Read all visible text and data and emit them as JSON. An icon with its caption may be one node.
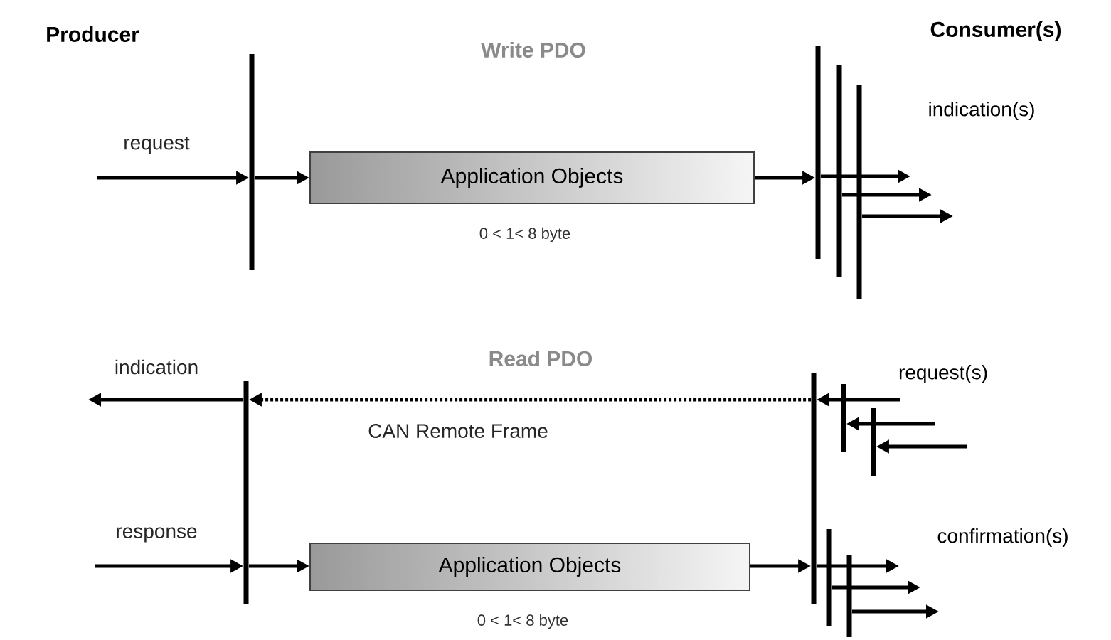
{
  "diagram": {
    "nodes": [
      {
        "text": [],
        "shape": "bar"
      },
      {
        "text": [
          "Application Objects"
        ],
        "beside": [
          "0 < 1< 8 byte"
        ]
      },
      {
        "text": [],
        "shape": "bar"
      },
      {
        "text": [],
        "shape": "bar"
      },
      {
        "text": [],
        "shape": "bar"
      },
      {
        "text": [],
        "shape": "bar"
      },
      {
        "text": [],
        "shape": "bar"
      },
      {
        "text": [],
        "shape": "bar"
      },
      {
        "text": [],
        "shape": "bar"
      },
      {
        "text": [
          "Application Objects"
        ],
        "beside": [
          "0 < 1< 8 byte"
        ]
      },
      {
        "text": [],
        "shape": "bar"
      },
      {
        "text": [],
        "shape": "bar"
      }
    ],
    "edges": [
      {
        "from": null,
        "to": 0,
        "arrow": "to",
        "label": "request"
      },
      {
        "from": 0,
        "to": 1,
        "arrow": "to"
      },
      {
        "from": 1,
        "to": 2,
        "arrow": "to"
      },
      {
        "from": 2,
        "to": null,
        "arrow": "to"
      },
      {
        "from": 3,
        "to": null,
        "arrow": "to"
      },
      {
        "from": 4,
        "to": null,
        "arrow": "to"
      },
      {
        "from": 6,
        "to": 5,
        "arrow": "to",
        "style": "dashed",
        "label": "CAN Remote Frame"
      },
      {
        "from": 5,
        "to": null,
        "arrow": "to",
        "label": "indication"
      },
      {
        "from": null,
        "to": 6,
        "arrow": "to"
      },
      {
        "from": null,
        "to": 7,
        "arrow": "to"
      },
      {
        "from": null,
        "to": 8,
        "arrow": "to"
      },
      {
        "from": null,
        "to": 5,
        "arrow": "to",
        "label": "response"
      },
      {
        "from": 5,
        "to": 9,
        "arrow": "to"
      },
      {
        "from": 9,
        "to": 6,
        "arrow": "to"
      },
      {
        "from": 6,
        "to": null,
        "arrow": "to"
      },
      {
        "from": 10,
        "to": null,
        "arrow": "to"
      },
      {
        "from": 11,
        "to": null,
        "arrow": "to"
      }
    ],
    "labels": [
      "Producer",
      "Write PDO",
      "Consumer(s)",
      "indication(s)",
      "Read PDO",
      "request(s)",
      "confirmation(s)"
    ]
  }
}
